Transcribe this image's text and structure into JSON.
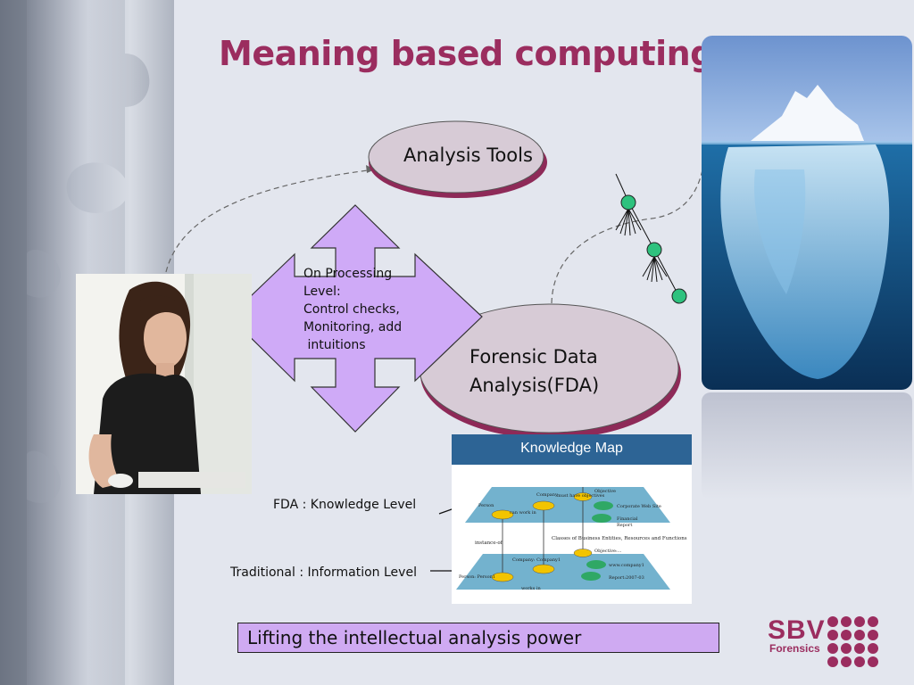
{
  "slide": {
    "title": "Meaning based computing",
    "analysis_tools_label": "Analysis Tools",
    "fda_label_line1": "Forensic Data",
    "fda_label_line2": "Analysis(FDA)",
    "arrow_text": [
      "On Processing",
      "Level:",
      "Control checks,",
      "Monitoring, add",
      " intuitions"
    ],
    "knowledge_map": {
      "header": "Knowledge Map",
      "upper_plane": {
        "person": "Person",
        "company": "Company",
        "relation": "must have objectives",
        "objective": "Objective",
        "works_in": "can work in",
        "web_site": "Corporate Web Site",
        "report_line1": "Financial",
        "report_line2": "Report"
      },
      "instance_of": "instance-of",
      "classes_text": "Classes of Business Entities, Resources  and Functions",
      "lower_plane": {
        "person": "Person: Person1",
        "company": "Company: Company1",
        "objective": "Objective:...",
        "works_in": "works in",
        "web": "www.company1",
        "report": "Report:2007-03"
      }
    },
    "fda_level_label": "FDA : Knowledge Level",
    "traditional_level_label": "Traditional : Information Level",
    "banner_text": "Lifting the intellectual analysis power",
    "logo": {
      "name": "SBV",
      "sub": "Forensics"
    }
  },
  "colors": {
    "title": "#9b2d5f",
    "ellipse_fill": "#d7cbd6",
    "ellipse_shadow": "#8e2a58",
    "arrow_fill": "#cfaaf7",
    "banner_fill": "#cfaaf2",
    "map_header": "#2d6495",
    "plane": "#5aa4c6",
    "node_yellow": "#f2c400",
    "node_green": "#2fa865",
    "tree_node": "#2ec27e"
  },
  "icons": [
    "puzzle-piece-icon",
    "four-way-arrow-icon",
    "iceberg-image",
    "woman-at-computer-image",
    "sbv-dots-icon"
  ]
}
